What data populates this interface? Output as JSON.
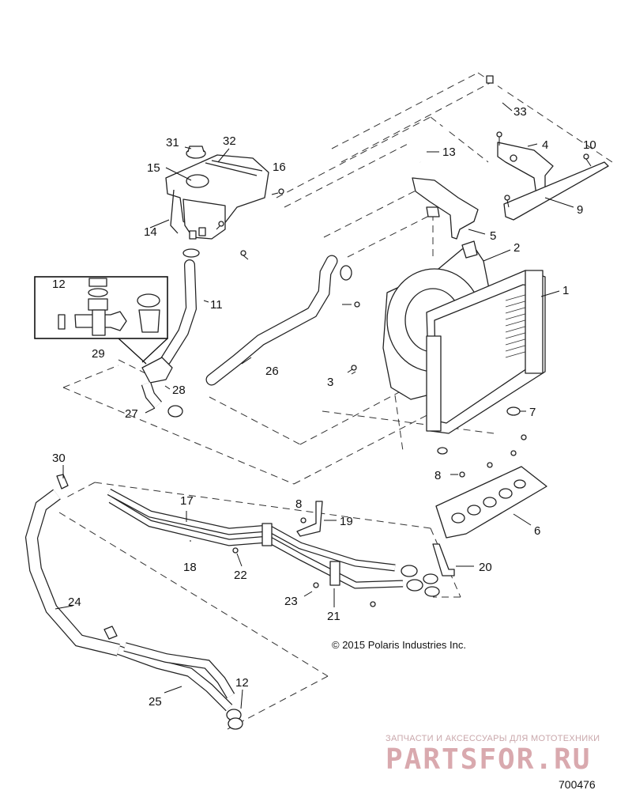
{
  "copyright": "© 2015 Polaris Industries Inc.",
  "diagram_number": "700476",
  "watermark": {
    "caption": "ЗАПЧАСТИ И АКСЕССУАРЫ ДЛЯ МОТОТЕХНИКИ",
    "logo": "PARTSFOR.RU"
  },
  "callouts": {
    "c1": "1",
    "c2": "2",
    "c3": "3",
    "c4": "4",
    "c5": "5",
    "c6": "6",
    "c7": "7",
    "c8a": "8",
    "c8b": "8",
    "c9": "9",
    "c10": "10",
    "c11": "11",
    "c12a": "12",
    "c12b": "12",
    "c13": "13",
    "c14": "14",
    "c15": "15",
    "c16": "16",
    "c17": "17",
    "c18": "18",
    "c19": "19",
    "c20": "20",
    "c21": "21",
    "c22": "22",
    "c23": "23",
    "c24": "24",
    "c25": "25",
    "c26": "26",
    "c27": "27",
    "c28": "28",
    "c29": "29",
    "c30": "30",
    "c31": "31",
    "c32": "32",
    "c33": "33"
  }
}
